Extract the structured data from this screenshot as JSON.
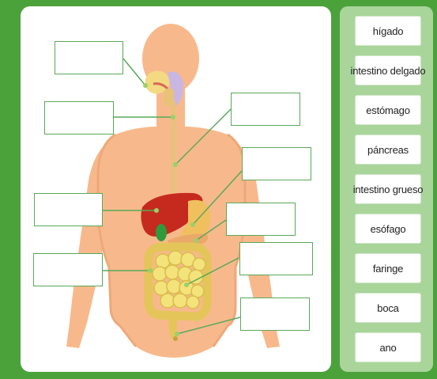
{
  "colors": {
    "background": "#4ca23a",
    "panel": "#ffffff",
    "bank": "#a9d59b",
    "skin": "#f7b98b",
    "leader_line": "#5aa85a"
  },
  "illustration": {
    "subject": "human-digestive-system"
  },
  "word_bank": [
    {
      "label": "hígado"
    },
    {
      "label": "intestino delgado"
    },
    {
      "label": "estómago"
    },
    {
      "label": "páncreas"
    },
    {
      "label": "intestino grueso"
    },
    {
      "label": "esófago"
    },
    {
      "label": "faringe"
    },
    {
      "label": "boca"
    },
    {
      "label": "ano"
    }
  ],
  "drop_targets": [
    {
      "value": ""
    },
    {
      "value": ""
    },
    {
      "value": ""
    },
    {
      "value": ""
    },
    {
      "value": ""
    },
    {
      "value": ""
    },
    {
      "value": ""
    },
    {
      "value": ""
    },
    {
      "value": ""
    }
  ]
}
